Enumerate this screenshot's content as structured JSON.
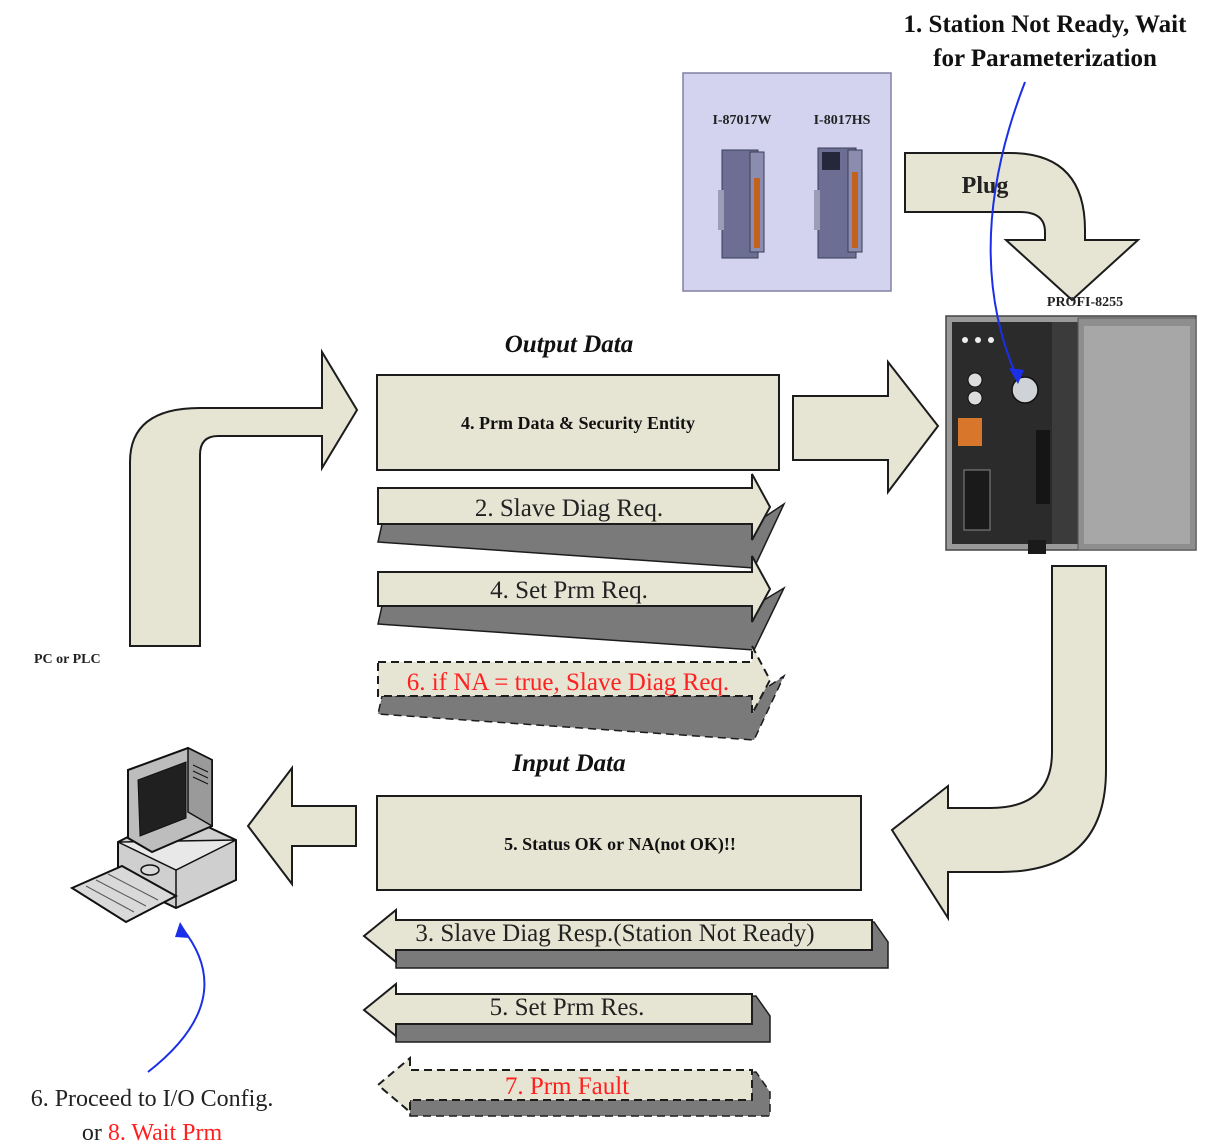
{
  "colors": {
    "arrow_fill": "#e6e5d3",
    "arrow_stroke": "#1c1c1c",
    "arrow_shade": "#7a7a7a",
    "module_panel": "#d3d3f0",
    "highlight_red": "#ff2020",
    "pointer_blue": "#1b2fe8"
  },
  "annotations": {
    "station_not_ready_line1": "1. Station Not Ready, Wait",
    "station_not_ready_line2": "for Parameterization",
    "plug": "Plug",
    "device_name": "PROFI-8255",
    "pc_label": "PC or PLC",
    "proceed_line1": "6. Proceed to I/O Config.",
    "proceed_or": "or ",
    "proceed_wait": "8. Wait Prm"
  },
  "modules": {
    "module_a": "I-87017W",
    "module_b": "I-8017HS"
  },
  "output_section": {
    "title": "Output Data",
    "main_block": "4. Prm Data & Security Entity",
    "messages": [
      "2. Slave Diag Req.",
      "4. Set Prm Req.",
      "6. if NA = true, Slave Diag Req."
    ]
  },
  "input_section": {
    "title": "Input Data",
    "main_block": "5. Status OK or NA(not OK)!!",
    "messages": [
      "3. Slave Diag Resp.(Station Not Ready)",
      "5. Set Prm Res.",
      "7. Prm Fault"
    ]
  }
}
